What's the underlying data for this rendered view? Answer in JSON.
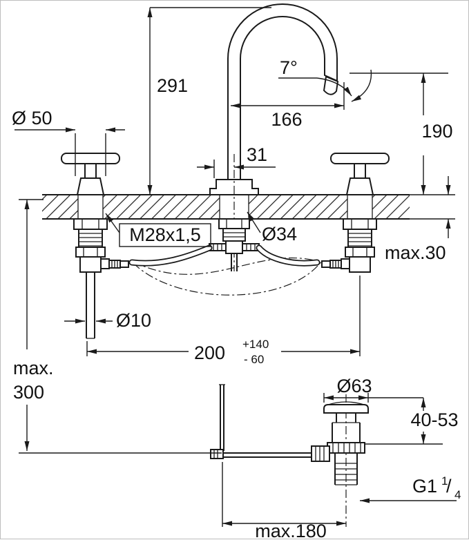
{
  "drawing": {
    "title": "Three-hole basin mixer installation dimension drawing",
    "colors": {
      "line": "#1a1a1a",
      "text": "#111111",
      "background": "#ffffff",
      "frame": "#bdbdbd"
    },
    "labels": {
      "height_291": "291",
      "angle": "7°",
      "reach_166": "166",
      "height_190": "190",
      "offset_31": "31",
      "dia_handle": "Ø 50",
      "thread_valve": "M28x1,5",
      "dia_spout_hole": "Ø34",
      "deck_max": "max.30",
      "dia_pipe": "Ø10",
      "span_200": "200",
      "span_tol_plus": "+140",
      "span_tol_minus": "- 60",
      "depth_max_word": "max.",
      "depth_max_value": "300",
      "dia_waste": "Ø63",
      "clamp_range": "40-53",
      "waste_thread_base": "G1",
      "waste_thread_num": "1",
      "waste_thread_slash": "/",
      "waste_thread_den": "4",
      "rod_span": "max.180"
    }
  }
}
